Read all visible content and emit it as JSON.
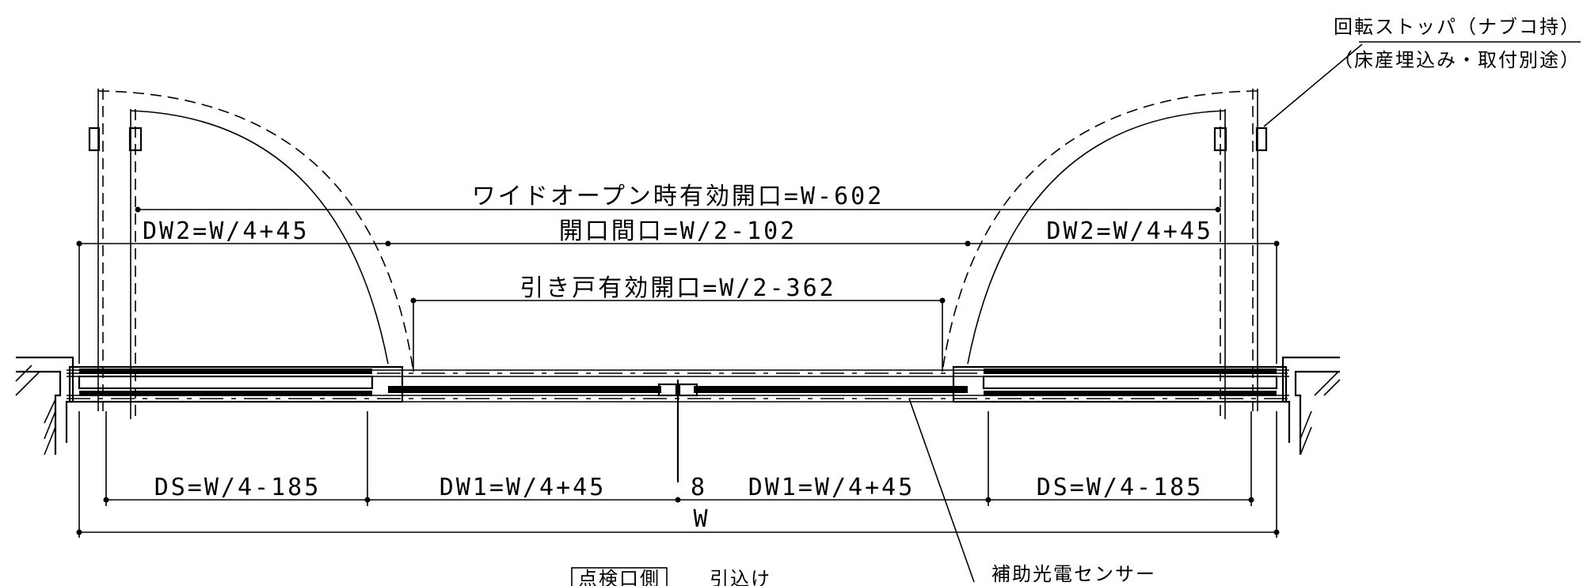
{
  "annotations": {
    "rotation_stopper_line1": "回転ストッパ（ナブコ持）",
    "rotation_stopper_line2": "（床産埋込み・取付別途）",
    "aux_sensor": "補助光電センサー",
    "inspection_box": "点検口側",
    "inspection_note": "引込け"
  },
  "dimensions": {
    "wide_open": "ワイドオープン時有効開口=W-602",
    "opening_between": "開口間口=W/2-102",
    "sliding_effective": "引き戸有効開口=W/2-362",
    "dw2_left": "DW2=W/4+45",
    "dw2_right": "DW2=W/4+45",
    "ds_left": "DS=W/4-185",
    "dw1_left": "DW1=W/4+45",
    "gap": "8",
    "dw1_right": "DW1=W/4+45",
    "ds_right": "DS=W/4-185",
    "total": "W"
  }
}
